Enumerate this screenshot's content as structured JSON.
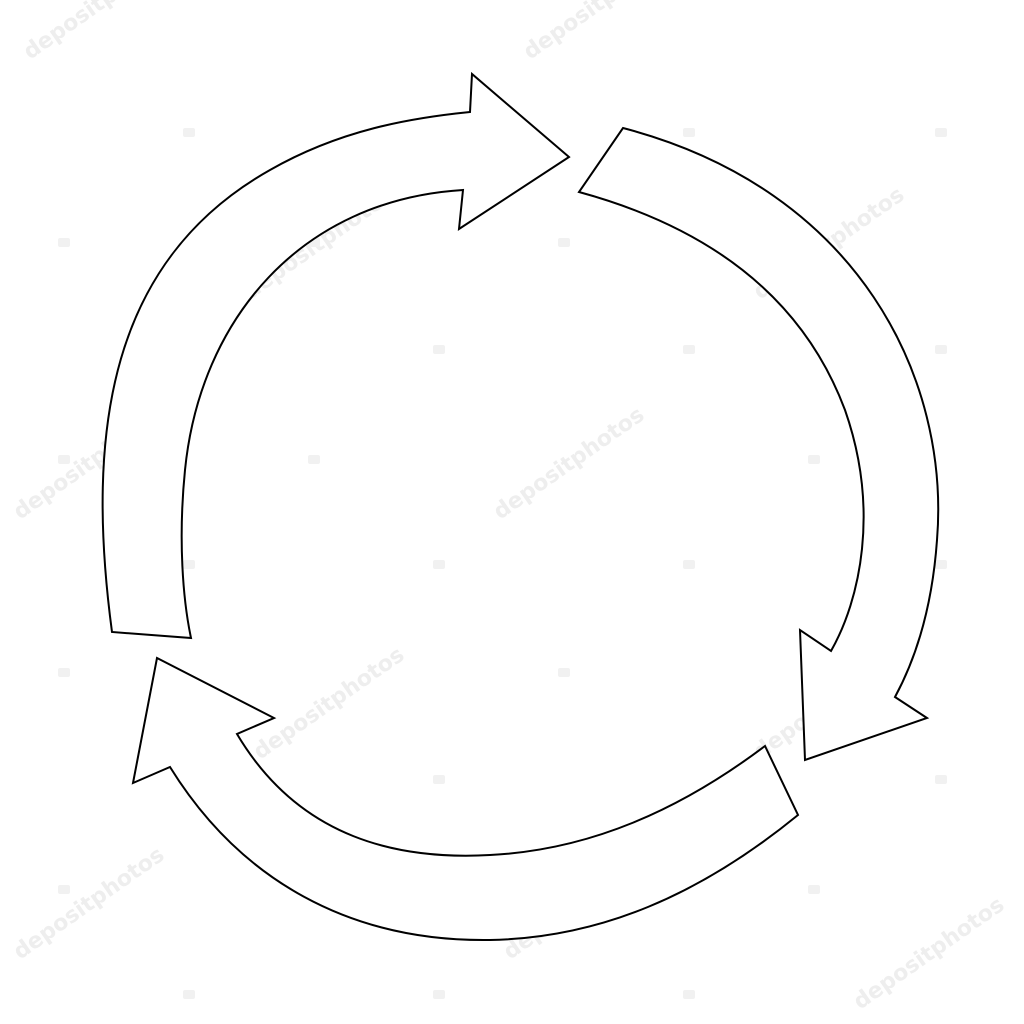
{
  "diagram": {
    "type": "cycle",
    "arrow_count": 3,
    "direction": "clockwise",
    "colors": {
      "background": "#ffffff",
      "fill": "#ffffff",
      "stroke": "#000000",
      "watermark": "#eeeeee"
    },
    "arrows": [
      {
        "name": "top-left-arc-arrow",
        "points_to": "right"
      },
      {
        "name": "right-arc-arrow",
        "points_to": "bottom-left"
      },
      {
        "name": "bottom-arc-arrow",
        "points_to": "top-left"
      }
    ]
  },
  "watermark": {
    "text": "depositphotos"
  }
}
